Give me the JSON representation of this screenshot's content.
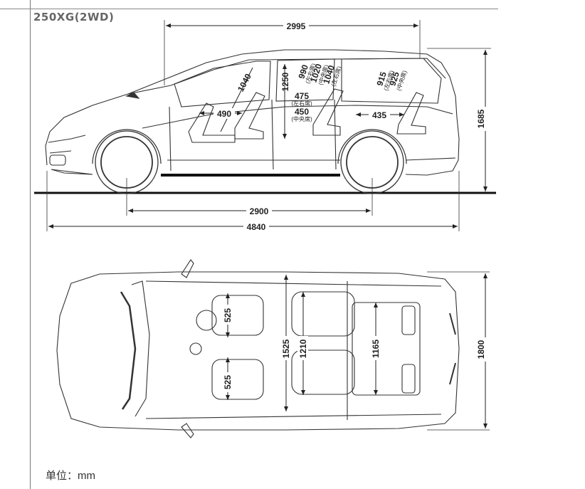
{
  "model": "250XG(2WD)",
  "unit": "单位：mm",
  "side_view": {
    "wheelbase": "2900",
    "overall_length": "4840",
    "overall_height": "1685",
    "interior_length": "2995",
    "headroom_front": "1040",
    "interior_height": "1250",
    "headroom_2nd": "990",
    "headroom_2nd_note": "(左右席)",
    "headroom_2nd_b": "1020",
    "headroom_2nd_b_note": "(中央席)",
    "headroom_2nd_c": "1040",
    "headroom_2nd_c_note": "(左右席)",
    "headroom_3rd": "915",
    "headroom_3rd_note": "(左右席)",
    "headroom_3rd_b": "925",
    "headroom_3rd_b_note": "(中央席)",
    "legroom_front": "490",
    "legroom_2nd": "475",
    "legroom_2nd_note": "(左右席)",
    "legroom_2nd_b": "450",
    "legroom_2nd_b_note": "(中央席)",
    "legroom_3rd": "435"
  },
  "top_view": {
    "overall_width": "1800",
    "seat_width_upper": "525",
    "seat_width_lower": "525",
    "interior_width": "1525",
    "interior_width_2": "1210",
    "third_row_width": "1165"
  }
}
